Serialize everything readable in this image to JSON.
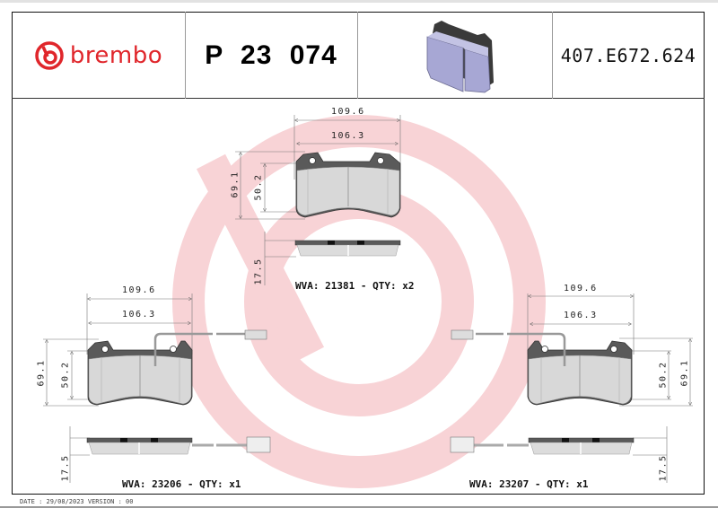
{
  "header": {
    "brand": "brembo",
    "part_number": "P 23 074",
    "reference_code": "407.E672.624",
    "product_image": "brake-pad-3d-render"
  },
  "colors": {
    "brand_red": "#e0262b",
    "watermark": "#f6c9cc",
    "pad_backing": "#5a5a5a",
    "pad_friction": "#d8d8d8",
    "render_friction": "#a9a9d6"
  },
  "drawings": [
    {
      "id": "center-pad",
      "wva": "WVA: 21381 - QTY: x2",
      "width_outer": "109.6",
      "width_inner": "106.3",
      "height_outer": "69.1",
      "height_inner": "50.2",
      "thickness": "17.5",
      "wear_sensor": false
    },
    {
      "id": "left-pad",
      "wva": "WVA: 23206 - QTY: x1",
      "width_outer": "109.6",
      "width_inner": "106.3",
      "height_outer": "69.1",
      "height_inner": "50.2",
      "thickness": "17.5",
      "wear_sensor": true
    },
    {
      "id": "right-pad",
      "wva": "WVA: 23207 - QTY: x1",
      "width_outer": "109.6",
      "width_inner": "106.3",
      "height_outer": "69.1",
      "height_inner": "50.2",
      "thickness": "17.5",
      "wear_sensor": true
    }
  ],
  "footer": {
    "text": "DATE : 29/08/2023 VERSION : 00"
  }
}
